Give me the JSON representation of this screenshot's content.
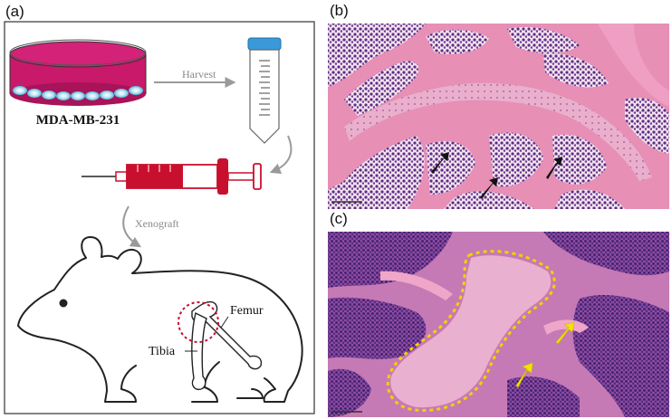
{
  "panels": {
    "a": "(a)",
    "b": "(b)",
    "c": "(c)"
  },
  "labels": {
    "cell_line": "MDA-MB-231",
    "harvest": "Harvest",
    "xenograft": "Xenograft",
    "femur": "Femur",
    "tibia": "Tibia"
  },
  "colors": {
    "dish_magenta": "#c8196a",
    "cell_blue": "#66c2e0",
    "syringe_red": "#c8102e",
    "tube_cap_blue": "#3a9ad9",
    "arrow_gray": "#9a9a9a",
    "circle_red": "#c8102e",
    "he_pink": "#e89ab8",
    "he_purple": "#4a2a78",
    "he_violet": "#a057a0",
    "dotted_yellow": "#f5d000",
    "arrow_yellow": "#f2e20a",
    "arrow_black": "#111111"
  },
  "icons": {
    "b_arrows": "black-arrow-icon",
    "c_arrows": "yellow-arrow-icon"
  }
}
